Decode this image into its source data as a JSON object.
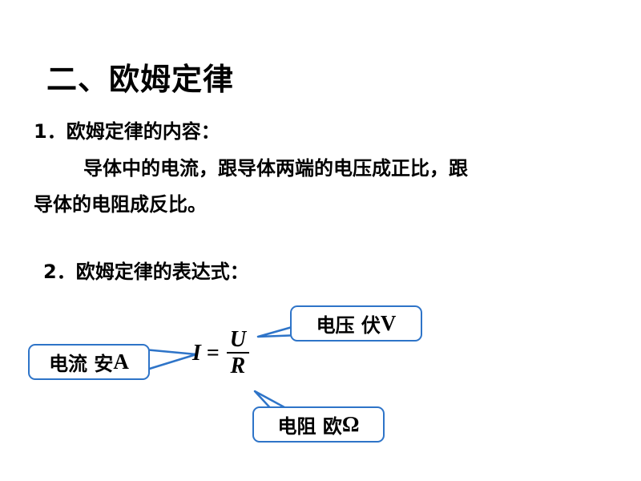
{
  "heading": "二、欧姆定律",
  "section1": {
    "label": "1．欧姆定律的内容：",
    "line1": "导体中的电流，跟导体两端的电压成正比，跟",
    "line2": "导体的电阻成反比。"
  },
  "section2": {
    "label": "2．欧姆定律的表达式："
  },
  "formula": {
    "lhs": "I",
    "eq": "=",
    "numerator": "U",
    "denominator": "R"
  },
  "callouts": {
    "current": {
      "name": "电流 安",
      "unit": "A"
    },
    "voltage": {
      "name": "电压 伏",
      "unit": "V"
    },
    "resistance": {
      "name": "电阻 欧",
      "unit": "Ω"
    }
  },
  "colors": {
    "callout_border": "#2e74c8",
    "text": "#000000"
  }
}
